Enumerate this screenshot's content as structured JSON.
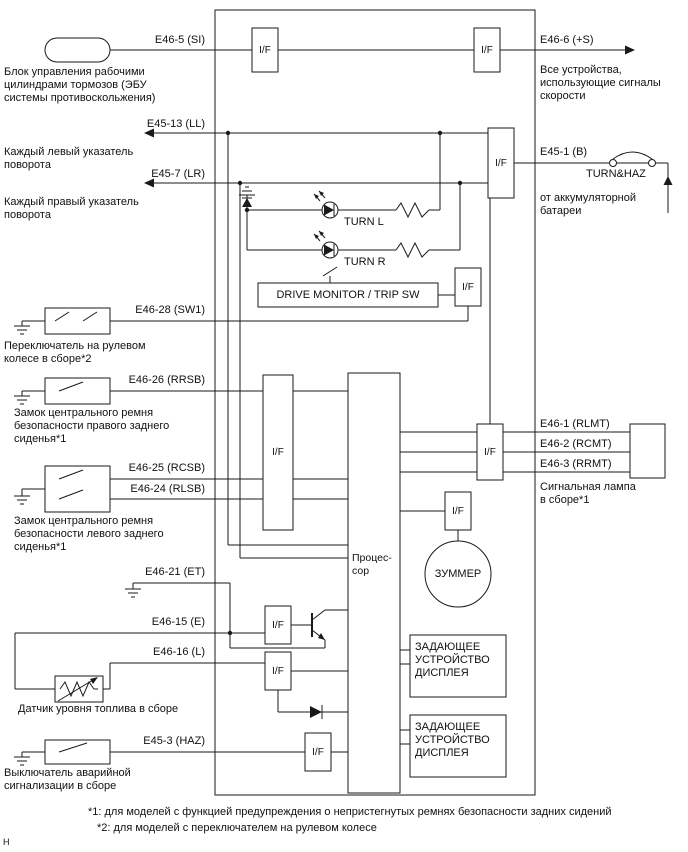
{
  "page": {
    "marker": "H"
  },
  "pins": {
    "si": "E46-5 (SI)",
    "plus_s": "E46-6 (+S)",
    "ll": "E45-13 (LL)",
    "lr": "E45-7 (LR)",
    "b": "E45-1 (B)",
    "sw1": "E46-28 (SW1)",
    "rrsb": "E46-26 (RRSB)",
    "rcsb": "E46-25 (RCSB)",
    "rlsb": "E46-24 (RLSB)",
    "et": "E46-21 (ET)",
    "e": "E46-15 (E)",
    "l": "E46-16 (L)",
    "haz": "E45-3 (HAZ)",
    "rlmt": "E46-1 (RLMT)",
    "rcmt": "E46-2 (RCMT)",
    "rrmt": "E46-3 (RRMT)"
  },
  "blocks": {
    "if_label": "I/F",
    "processor": "Процес-\nсор",
    "buzzer": "ЗУММЕР",
    "display_driver": "ЗАДАЮЩЕЕ\nУСТРОЙСТВО\nДИСПЛЕЯ",
    "drive_monitor": "DRIVE MONITOR / TRIP SW",
    "turn_l": "TURN L",
    "turn_r": "TURN R",
    "fuse": "TURN&HAZ"
  },
  "components": {
    "skid_ecu": "Блок управления рабочими\nцилиндрами тормозов (ЭБУ\nсистемы противоскольжения)",
    "speed_devices": "Все устройства,\nиспользующие сигналы\nскорости",
    "left_turn": "Каждый левый указатель\nповорота",
    "right_turn": "Каждый правый указатель\nповорота",
    "battery": "от аккумуляторной\nбатареи",
    "steering_switch": "Переключатель на рулевом\nколесе в сборе*2",
    "belt_right_rear": "Замок центрального ремня\nбезопасности правого заднего\nсиденья*1",
    "belt_left_rear": "Замок центрального ремня\nбезопасности левого заднего\nсиденья*1",
    "fuel_sender": "Датчик уровня топлива в сборе",
    "hazard_switch": "Выключатель аварийной\nсигнализации в сборе",
    "warning_lamp": "Сигнальная лампа\nв сборе*1"
  },
  "notes": {
    "note1": "*1: для моделей с функцией предупреждения о непристегнутых ремнях безопасности задних сидений",
    "note2": "*2: для моделей с переключателем на рулевом колесе"
  }
}
